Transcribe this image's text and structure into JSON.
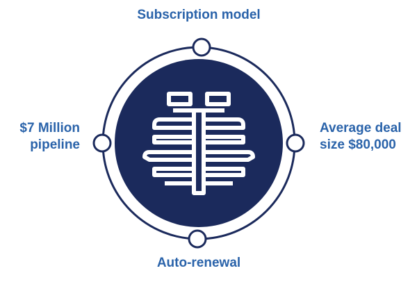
{
  "labels": {
    "top": "Subscription model",
    "bottom": "Auto-renewal",
    "left_line1": "$7 Million",
    "left_line2": "pipeline",
    "right_line1": "Average deal",
    "right_line2": "size $80,000"
  },
  "colors": {
    "navy": "#1b2a5c",
    "label_blue": "#2a63aa",
    "ring": "#1b2a5c",
    "node_fill": "#ffffff",
    "logo_stroke": "#ffffff"
  },
  "icon": "brain-logo-icon"
}
